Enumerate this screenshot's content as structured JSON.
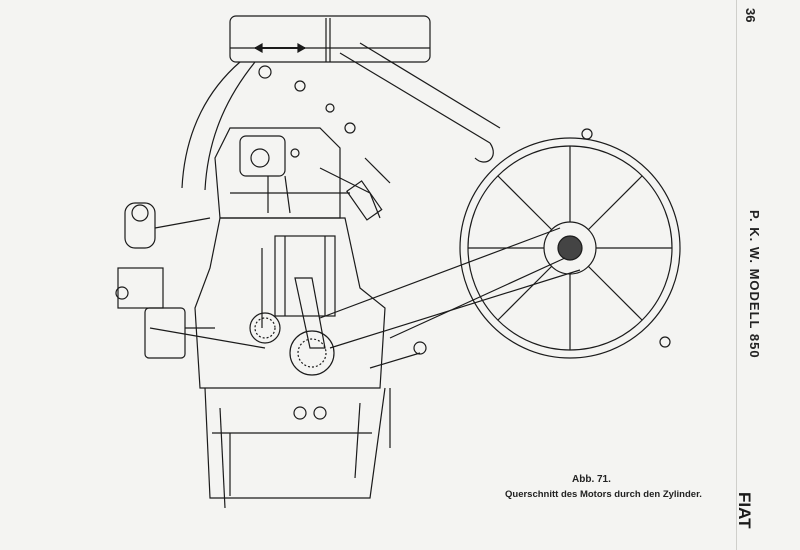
{
  "header": {
    "page_number": "36",
    "running_title": "P. K. W. MODELL 850"
  },
  "figure": {
    "label": "Abb. 71.",
    "caption": "Querschnitt des Motors durch den Zylinder."
  },
  "logo": {
    "text": "FIAT"
  }
}
